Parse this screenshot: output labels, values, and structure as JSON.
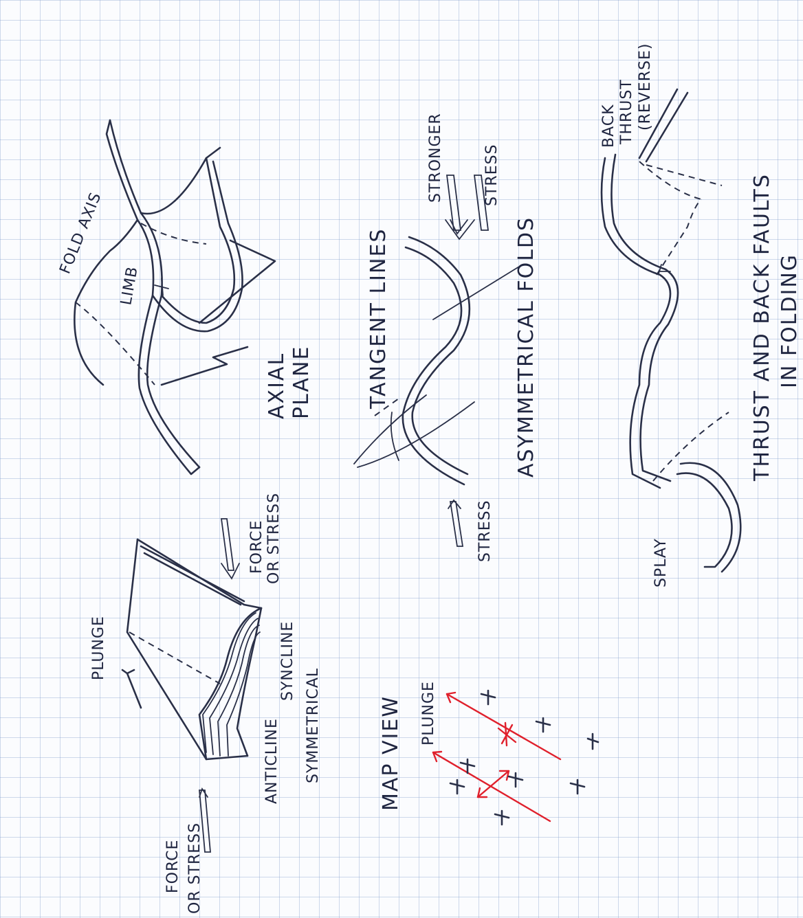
{
  "colors": {
    "ink": "#2a3048",
    "accent": "#e0202c",
    "grid": "#aac0de",
    "paper": "#fbfcfe"
  },
  "sketch1": {
    "force_left": "FORCE",
    "stress_left": "OR  STRESS",
    "plunge": "PLUNGE",
    "force_right": "FORCE",
    "stress_right": "OR STRESS",
    "anticline": "ANTICLINE",
    "syncline": "SYNCLINE",
    "symmetrical": "SYMMETRICAL"
  },
  "sketch2": {
    "fold_axis": "FOLD AXIS",
    "limb": "LIMB",
    "axial_plane_1": "AXIAL",
    "axial_plane_2": "PLANE"
  },
  "sketch3": {
    "title": "MAP VIEW",
    "plunge": "PLUNGE"
  },
  "sketch4": {
    "tangent_lines": "TANGENT LINES",
    "stress_left": "STRESS",
    "stronger": "STRONGER",
    "stress_right": "STRESS",
    "title": "ASYMMETRICAL FOLDS"
  },
  "sketch5": {
    "back": "BACK",
    "thrust": "THRUST",
    "reverse": "(REVERSE)",
    "splay": "SPLAY",
    "title_1": "THRUST AND BACK FAULTS",
    "title_2": "IN FOLDING"
  }
}
